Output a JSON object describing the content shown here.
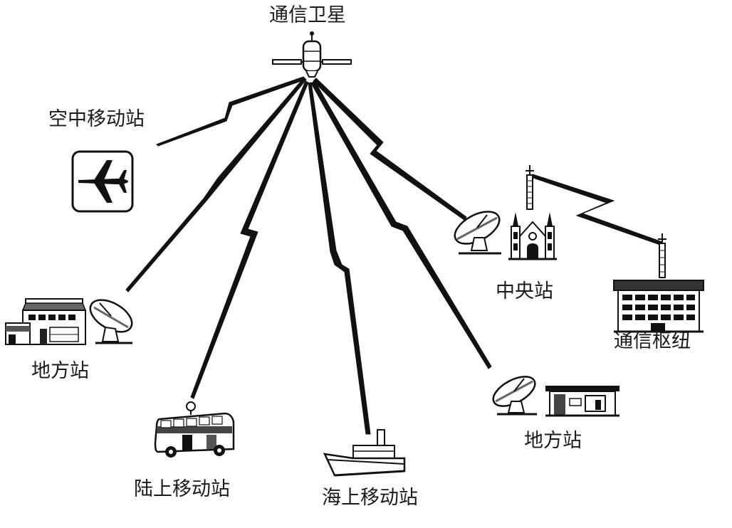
{
  "diagram": {
    "satellite": {
      "label": "通信卫星",
      "icon": "satellite-icon"
    },
    "air_mobile": {
      "label": "空中移动站",
      "icon": "airplane-icon"
    },
    "ground_left": {
      "label": "地方站",
      "icon": "building-dish-icon"
    },
    "land_mobile": {
      "label": "陆上移动站",
      "icon": "bus-icon"
    },
    "sea_mobile": {
      "label": "海上移动站",
      "icon": "ship-icon"
    },
    "ground_right": {
      "label": "地方站",
      "icon": "dish-building-icon"
    },
    "central": {
      "label": "中央站",
      "icon": "dish-cathedral-icon"
    },
    "hub": {
      "label": "通信枢纽",
      "icon": "office-building-icon"
    },
    "colors": {
      "line": "#111111",
      "fill": "#ffffff"
    }
  }
}
